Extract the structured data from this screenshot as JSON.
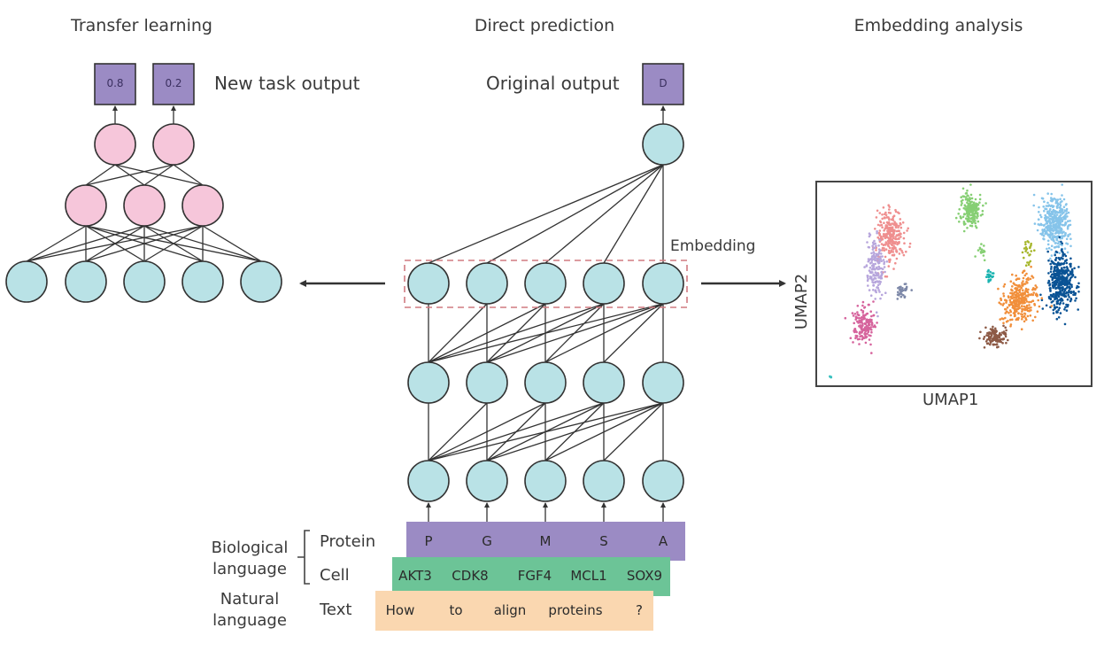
{
  "panels": {
    "transfer": {
      "title": "Transfer learning",
      "output_label": "New task output",
      "outputs": [
        "0.8",
        "0.2"
      ]
    },
    "direct": {
      "title": "Direct prediction",
      "output_label": "Original output",
      "output": "D",
      "embedding_label": "Embedding"
    },
    "embedding": {
      "title": "Embedding analysis",
      "xlabel": "UMAP1",
      "ylabel": "UMAP2"
    }
  },
  "inputs": {
    "group_biological": "Biological\nlanguage",
    "group_natural": "Natural\nlanguage",
    "rows": [
      {
        "label": "Protein",
        "tokens": [
          "P",
          "G",
          "M",
          "S",
          "A"
        ],
        "color": "#9b8bc4"
      },
      {
        "label": "Cell",
        "tokens": [
          "AKT3",
          "CDK8",
          "FGF4",
          "MCL1",
          "SOX9"
        ],
        "color": "#6cc497"
      },
      {
        "label": "Text",
        "tokens": [
          "How",
          "to",
          "align",
          "proteins",
          "?"
        ],
        "color": "#fad7b0"
      }
    ]
  },
  "colors": {
    "node_cyan": "#b9e2e6",
    "node_pink": "#f6c6da",
    "output_box": "#9b8bc4",
    "stroke": "#333333",
    "dashed": "#d07a80"
  },
  "chart_data": {
    "type": "scatter",
    "title": "Embedding analysis",
    "xlabel": "UMAP1",
    "ylabel": "UMAP2",
    "grid": false,
    "clusters": [
      {
        "name": "salmon",
        "color": "#ef8f8f",
        "center": [
          0.27,
          0.74
        ],
        "spread": [
          0.045,
          0.12
        ],
        "n": 260
      },
      {
        "name": "lavender",
        "color": "#b7a6dc",
        "center": [
          0.21,
          0.58
        ],
        "spread": [
          0.03,
          0.13
        ],
        "n": 170
      },
      {
        "name": "magenta",
        "color": "#d6649d",
        "center": [
          0.17,
          0.3
        ],
        "spread": [
          0.035,
          0.08
        ],
        "n": 170
      },
      {
        "name": "slate",
        "color": "#7d88a8",
        "center": [
          0.31,
          0.47
        ],
        "spread": [
          0.02,
          0.04
        ],
        "n": 30
      },
      {
        "name": "green",
        "color": "#86cf74",
        "center": [
          0.56,
          0.86
        ],
        "spread": [
          0.035,
          0.08
        ],
        "n": 180
      },
      {
        "name": "green-trail",
        "color": "#86cf74",
        "center": [
          0.6,
          0.66
        ],
        "spread": [
          0.015,
          0.04
        ],
        "n": 15
      },
      {
        "name": "teal",
        "color": "#19b3b0",
        "center": [
          0.63,
          0.54
        ],
        "spread": [
          0.012,
          0.03
        ],
        "n": 22
      },
      {
        "name": "olive",
        "color": "#a6b62b",
        "center": [
          0.77,
          0.66
        ],
        "spread": [
          0.015,
          0.07
        ],
        "n": 25
      },
      {
        "name": "light-blue",
        "color": "#86c4ea",
        "center": [
          0.87,
          0.8
        ],
        "spread": [
          0.05,
          0.11
        ],
        "n": 380
      },
      {
        "name": "dark-blue",
        "color": "#0a5395",
        "center": [
          0.89,
          0.51
        ],
        "spread": [
          0.045,
          0.12
        ],
        "n": 420
      },
      {
        "name": "orange",
        "color": "#f18f3b",
        "center": [
          0.74,
          0.42
        ],
        "spread": [
          0.06,
          0.09
        ],
        "n": 300
      },
      {
        "name": "brown",
        "color": "#8d5a46",
        "center": [
          0.65,
          0.24
        ],
        "spread": [
          0.035,
          0.04
        ],
        "n": 130
      },
      {
        "name": "cyan-outlier",
        "color": "#3cc1c0",
        "center": [
          0.05,
          0.04
        ],
        "spread": [
          0.004,
          0.008
        ],
        "n": 5
      }
    ]
  }
}
